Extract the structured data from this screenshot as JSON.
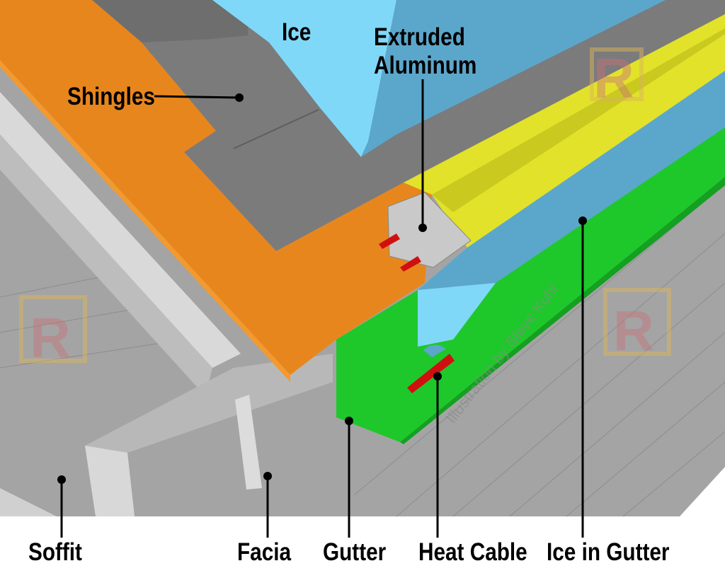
{
  "title": "Heat cable in gutter with extruded aluminum guard",
  "labels": {
    "ice": "Ice",
    "extruded_aluminum_line1": "Extruded",
    "extruded_aluminum_line2": "Aluminum",
    "shingles": "Shingles",
    "soffit": "Soffit",
    "facia": "Facia",
    "gutter": "Gutter",
    "heat_cable": "Heat Cable",
    "ice_in_gutter": "Ice in Gutter"
  },
  "watermark": "Illustration by Steve Kuhl",
  "logo_letter": "R",
  "colors": {
    "roof_edge": "#e8861e",
    "shingles": "#7a7a7a",
    "ice_light": "#80d8f8",
    "ice_dark": "#5ba7cb",
    "guard": "#e2e22a",
    "gutter": "#1ec82a",
    "heat_cable": "#d01010",
    "aluminum": "#c9c9c9",
    "wall": "#a4a4a4"
  }
}
